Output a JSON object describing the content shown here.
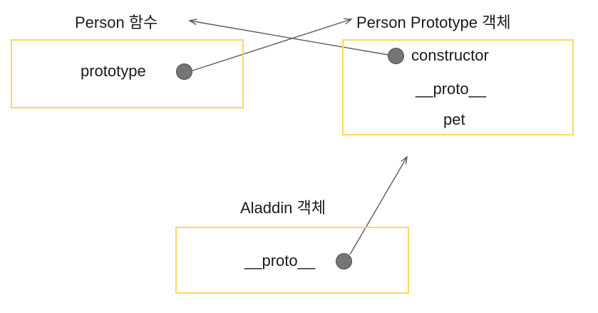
{
  "diagram": {
    "title": "JavaScript prototype chain diagram",
    "accent_color": "#fcd75b",
    "dot_color": "#757575",
    "line_color": "#5a5a5a",
    "text_color": "#1a1a1a",
    "background": "#ffffff"
  },
  "boxes": {
    "person_function": {
      "title": "Person 함수",
      "rows": [
        {
          "label": "prototype",
          "has_dot": true,
          "dot_side": "right"
        }
      ]
    },
    "person_prototype": {
      "title": "Person Prototype 객체",
      "rows": [
        {
          "label": "constructor",
          "has_dot": true,
          "dot_side": "left"
        },
        {
          "label": "__proto__",
          "has_dot": false
        },
        {
          "label": "pet",
          "has_dot": false
        }
      ]
    },
    "aladdin_object": {
      "title": "Aladdin 객체",
      "rows": [
        {
          "label": "__proto__",
          "has_dot": true,
          "dot_side": "right"
        }
      ]
    }
  },
  "connections": [
    {
      "name": "prototype-to-person-prototype",
      "from": "person_function.prototype",
      "to": "person_prototype.title",
      "arrow": "end"
    },
    {
      "name": "constructor-to-person-function",
      "from": "person_prototype.constructor",
      "to": "person_function.title",
      "arrow": "end"
    },
    {
      "name": "aladdin-proto-to-person-prototype",
      "from": "aladdin_object.__proto__",
      "to": "person_prototype",
      "arrow": "end"
    }
  ]
}
